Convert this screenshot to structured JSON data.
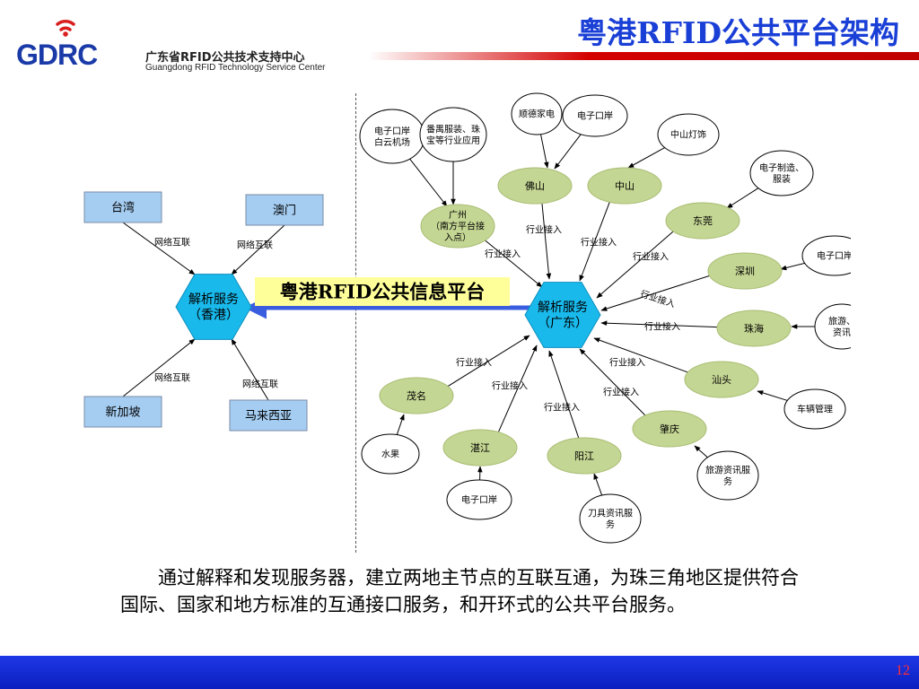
{
  "header": {
    "logo_text": "GDRC",
    "org_name_cn": "广东省RFID公共技术支持中心",
    "org_name_en": "Guangdong RFID Technology Service Center",
    "title": "粤港RFID公共平台架构"
  },
  "diagram": {
    "platform_label": "粤港RFID公共信息平台",
    "hubs": {
      "hk": "解析服务\n（香港）",
      "gd": "解析服务\n（广东）"
    },
    "regions": [
      {
        "id": "taiwan",
        "label": "台湾",
        "link": "网络互联"
      },
      {
        "id": "macau",
        "label": "澳门",
        "link": "网络互联"
      },
      {
        "id": "singapore",
        "label": "新加坡",
        "link": "网络互联"
      },
      {
        "id": "malaysia",
        "label": "马来西亚",
        "link": "网络互联"
      }
    ],
    "industry_link_label": "行业接入",
    "cities": [
      {
        "id": "guangzhou",
        "label": "广州\n（南方平台接\n入点）"
      },
      {
        "id": "foshan",
        "label": "佛山"
      },
      {
        "id": "zhongshan",
        "label": "中山"
      },
      {
        "id": "dongguan",
        "label": "东莞"
      },
      {
        "id": "shenzhen",
        "label": "深圳"
      },
      {
        "id": "zhuhai",
        "label": "珠海"
      },
      {
        "id": "shantou",
        "label": "汕头"
      },
      {
        "id": "zhaoqing",
        "label": "肇庆"
      },
      {
        "id": "yangjiang",
        "label": "阳江"
      },
      {
        "id": "zhanjiang",
        "label": "湛江"
      },
      {
        "id": "maoming",
        "label": "茂名"
      }
    ],
    "apps": [
      {
        "id": "gz-port",
        "label": "电子口岸\n白云机场"
      },
      {
        "id": "gz-apparel",
        "label": "番禺服装、珠\n宝等行业应用"
      },
      {
        "id": "fs-appliance",
        "label": "顺德家电"
      },
      {
        "id": "fs-port",
        "label": "电子口岸"
      },
      {
        "id": "zs-lighting",
        "label": "中山灯饰"
      },
      {
        "id": "dg-mfg",
        "label": "电子制造、\n服装"
      },
      {
        "id": "sz-port",
        "label": "电子口岸"
      },
      {
        "id": "zh-tourism",
        "label": "旅游、\n资讯"
      },
      {
        "id": "st-vehicle",
        "label": "车辆管理"
      },
      {
        "id": "zq-tourism",
        "label": "旅游资讯服\n务"
      },
      {
        "id": "yj-knife",
        "label": "刀具资讯服\n务"
      },
      {
        "id": "zj-port",
        "label": "电子口岸"
      },
      {
        "id": "mm-fruit",
        "label": "水果"
      }
    ]
  },
  "body_text": "通过解释和发现服务器，建立两地主节点的互联互通，为珠三角地区提供符合国际、国家和地方标准的互通接口服务，和开环式的公共平台服务。",
  "page_number": "12",
  "colors": {
    "title_blue": "#1a3fd6",
    "hub_cyan": "#19b9ec",
    "city_green": "#c4d693",
    "region_blue": "#a5cdf2",
    "platform_yellow": "#ffff9a",
    "footer_blue": "#1e37e6",
    "rule_red": "#d40000",
    "page_number_red": "#ff3030"
  }
}
